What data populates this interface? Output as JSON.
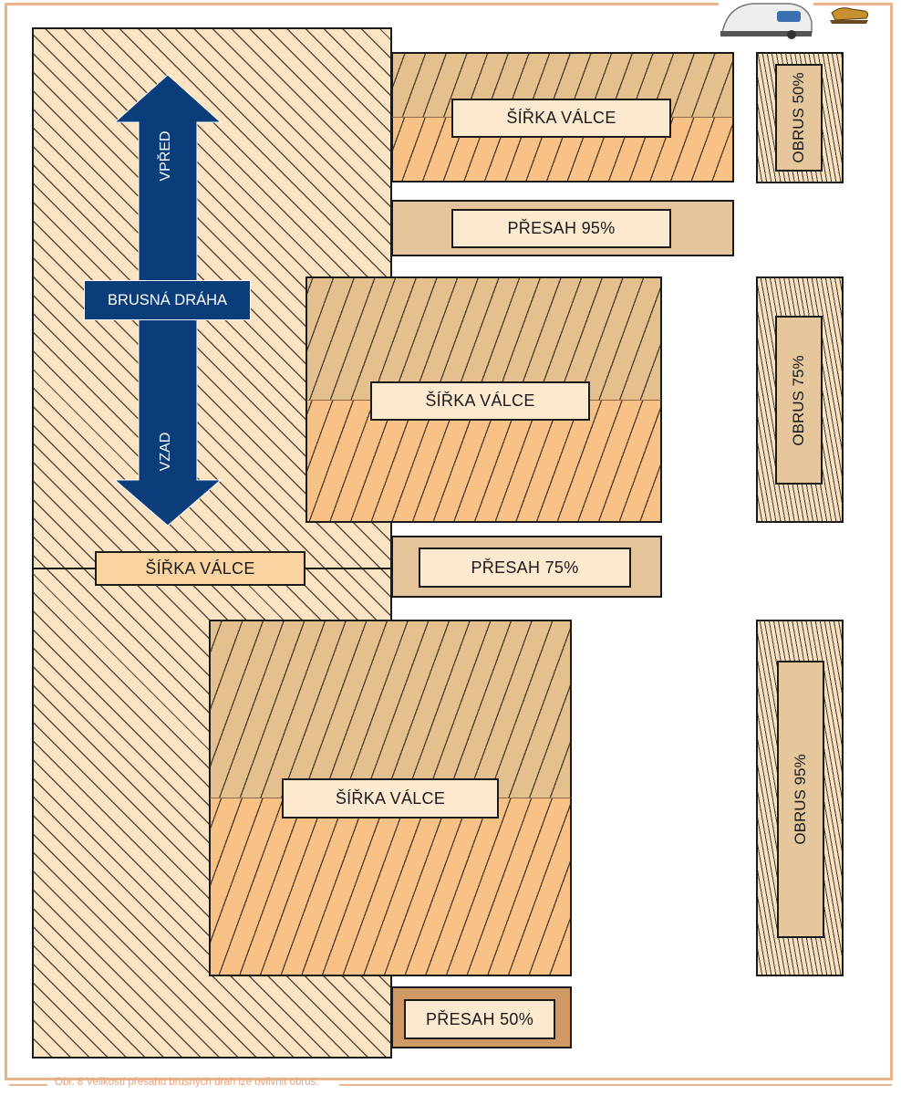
{
  "diagram": {
    "arrow": {
      "forward_label": "VPŘED",
      "center_label": "BRUSNÁ DRÁHA",
      "backward_label": "VZAD",
      "color": "#0a3d7a"
    },
    "main_strip_label": "ŠÍŘKA VÁLCE",
    "rollers": [
      {
        "width_label": "ŠÍŘKA VÁLCE",
        "overlap_label": "PŘESAH 95%",
        "wear_label": "OBRUS 50%"
      },
      {
        "width_label": "ŠÍŘKA VÁLCE",
        "overlap_label": "PŘESAH 75%",
        "wear_label": "OBRUS 75%"
      },
      {
        "width_label": "ŠÍŘKA VÁLCE",
        "overlap_label": "PŘESAH 50%",
        "wear_label": "OBRUS 95%"
      }
    ],
    "caption": "Obr. 8  Velikostí přesahu brusných drah lze ovlivnit obrus.",
    "colors": {
      "border": "#e8b48a",
      "light_wood": "#fbe4c4",
      "mid_wood": "#e4c08e",
      "orange_wood": "#f8c286",
      "caption": "#e6a27a"
    }
  }
}
